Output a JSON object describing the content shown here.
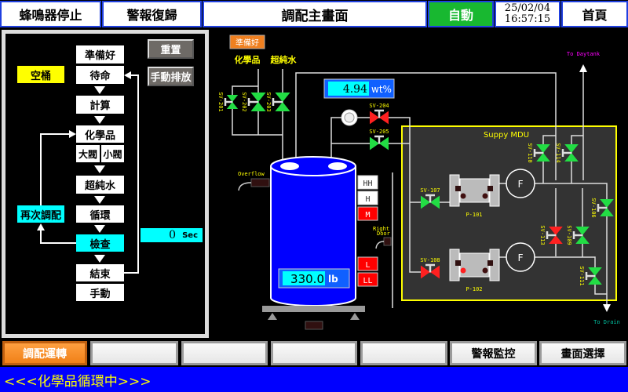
{
  "header": {
    "buzzer_stop": "蜂鳴器停止",
    "alarm_reset": "警報復歸",
    "title": "調配主畫面",
    "mode": "自動",
    "date": "25/02/04",
    "time": "16:57:15",
    "home": "首頁"
  },
  "flow_panel": {
    "steps": [
      "準備好",
      "待命",
      "計算",
      "化學品",
      "大閥",
      "小閥",
      "超純水",
      "循環",
      "檢查",
      "結束",
      "手動"
    ],
    "active_step": "檢查",
    "empty_bucket": "空桶",
    "reblend": "再次調配",
    "reset_button": "重置",
    "manual_drain_button": "手動排放",
    "timer_value": "0",
    "timer_unit": "Sec"
  },
  "process": {
    "ready_badge": "準備好",
    "chemical_label": "化學品",
    "upw_label": "超純水",
    "concentration_value": "4.94",
    "concentration_unit": "wt%",
    "weight_value": "330.0",
    "weight_unit": "lb",
    "overflow_label": "Overflow",
    "right_door_label_1": "Right",
    "right_door_label_2": "Door",
    "levels": [
      {
        "label": "HH",
        "state": "off"
      },
      {
        "label": "H",
        "state": "off"
      },
      {
        "label": "M",
        "state": "on"
      },
      {
        "label": "L",
        "state": "on"
      },
      {
        "label": "LL",
        "state": "on"
      }
    ],
    "mdu_title": "Suppy MDU",
    "pumps": [
      {
        "label": "P-101"
      },
      {
        "label": "P-102"
      }
    ],
    "filter_label": "F",
    "to_daytank": "To Daytank",
    "to_drain": "To Drain",
    "valves": {
      "sv201": {
        "label": "SV-201",
        "state": "open"
      },
      "sv202": {
        "label": "SV-202",
        "state": "open"
      },
      "sv203": {
        "label": "SV-203",
        "state": "open"
      },
      "sv204": {
        "label": "SV-204",
        "state": "closed"
      },
      "sv205": {
        "label": "SV-205",
        "state": "open"
      },
      "sv107": {
        "label": "SV-107",
        "state": "open"
      },
      "sv108": {
        "label": "SV-108",
        "state": "closed"
      },
      "sv110": {
        "label": "SV-110",
        "state": "open"
      },
      "sv114": {
        "label": "SV-114",
        "state": "open"
      },
      "sv106": {
        "label": "SV-106",
        "state": "open"
      },
      "sv113": {
        "label": "SV-113",
        "state": "closed"
      },
      "sv109": {
        "label": "SV-109",
        "state": "open"
      },
      "sv111": {
        "label": "SV-111",
        "state": "open"
      }
    }
  },
  "footer": {
    "buttons": [
      "調配運轉",
      "",
      "",
      "",
      "",
      "警報監控",
      "畫面選擇"
    ],
    "status_message": "<<<化學品循環中>>>"
  },
  "colors": {
    "open_valve": "#22dd44",
    "closed_valve": "#ff2020",
    "tank": "#0000ff",
    "highlight": "#00ffff",
    "active_mode": "#18b830",
    "status_bar": "#0000ff"
  }
}
